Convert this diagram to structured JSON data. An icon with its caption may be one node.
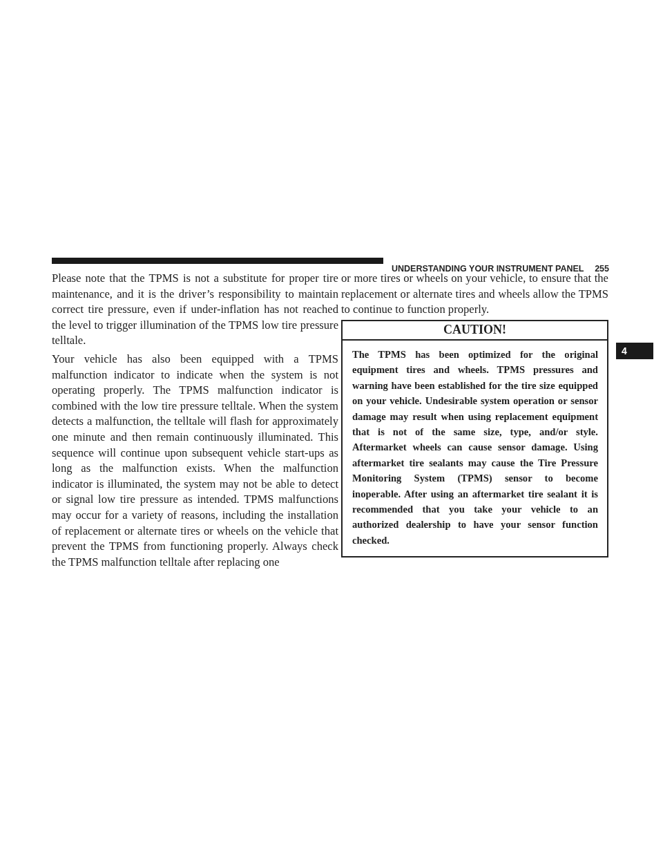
{
  "diagram": {
    "nodes": [
      {
        "text": [
          "CAUTION!",
          "The TPMS has been optimized for the original equipment tires and wheels. TPMS pressures and warning have been established for the tire size equipped on your vehicle. Undesirable system operation or sensor damage may result when using replacement equipment that is not of the same size, type, and/or style. Aftermarket wheels can cause sensor damage. Using aftermarket tire sealants may cause the Tire Pressure Monitoring System (TPMS) sensor to become inoperable. After using an aftermarket tire sealant it is recommended that you take your vehicle to an authorized dealership to have your sensor function checked."
        ]
      },
      {
        "text": [
          "4"
        ]
      }
    ],
    "labels": [
      "UNDERSTANDING YOUR INSTRUMENT PANEL",
      "255",
      "Please note that the TPMS is not a substitute for proper tire maintenance, and it is the driver’s responsibility to maintain correct tire pressure, even if under-inflation has not reached the level to trigger illumination of the TPMS low tire pressure telltale.",
      "Your vehicle has also been equipped with a TPMS malfunction indicator to indicate when the system is not operating properly. The TPMS malfunction indicator is combined with the low tire pressure telltale. When the system detects a malfunction, the telltale will flash for approximately one minute and then remain continuously illuminated. This sequence will continue upon subsequent vehicle start-ups as long as the malfunction exists. When the malfunction indicator is illuminated, the system may not be able to detect or signal low tire pressure as intended. TPMS malfunctions may occur for a variety of reasons, including the installation of replacement or alternate tires or wheels on the vehicle that prevent the TPMS from functioning properly. Always check the TPMS malfunction telltale after replacing one",
      "or more tires or wheels on your vehicle, to ensure that the replacement or alternate tires and wheels allow the TPMS to continue to function properly."
    ]
  }
}
